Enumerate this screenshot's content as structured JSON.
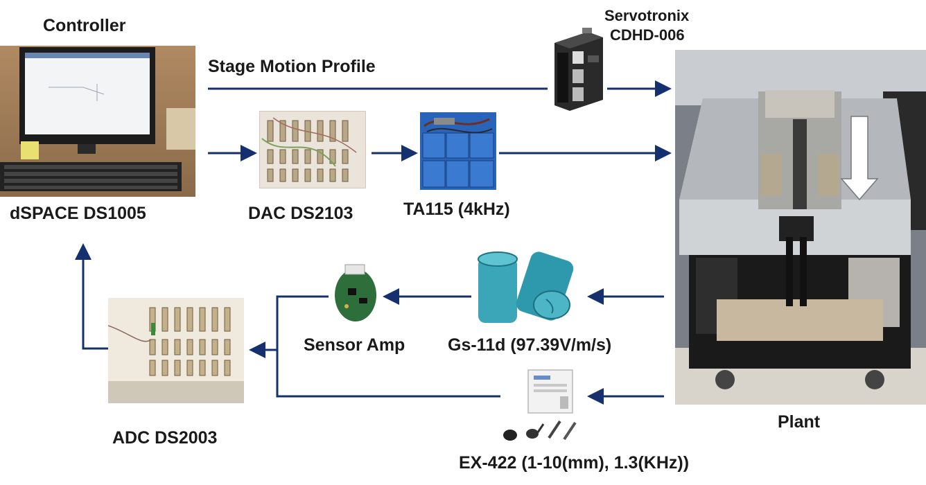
{
  "labels": {
    "controller": "Controller",
    "dspace": "dSPACE DS1005",
    "stage_motion": "Stage Motion Profile",
    "servo_brand": "Servotronix",
    "servo_model": "CDHD-006",
    "dac": "DAC DS2103",
    "ta115": "TA115 (4kHz)",
    "plant": "Plant",
    "sensor_amp": "Sensor Amp",
    "geophone": "Gs-11d (97.39V/m/s)",
    "adc": "ADC DS2003",
    "ex422": "EX-422 (1-10(mm), 1.3(KHz))"
  },
  "colors": {
    "arrow": "#14306e",
    "big_arrow_fill": "#ffffff",
    "geophone": "#3aa6b8"
  }
}
